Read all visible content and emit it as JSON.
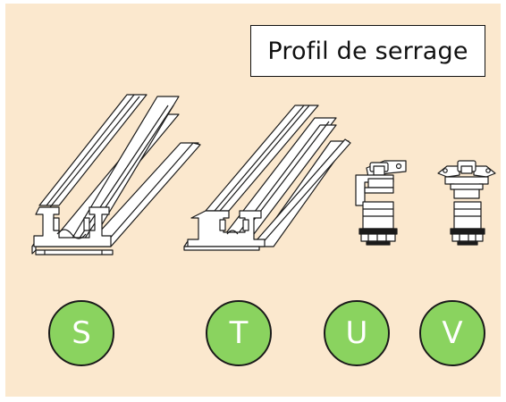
{
  "title": "Profil de serrage",
  "colors": {
    "background": "#fbe8ce",
    "badge_fill": "#8ad35f",
    "line": "#1a1a1a"
  },
  "items": [
    {
      "label": "S",
      "kind": "double-rail-profile"
    },
    {
      "label": "T",
      "kind": "single-rail-profile"
    },
    {
      "label": "U",
      "kind": "end-clamp"
    },
    {
      "label": "V",
      "kind": "middle-clamp"
    }
  ]
}
